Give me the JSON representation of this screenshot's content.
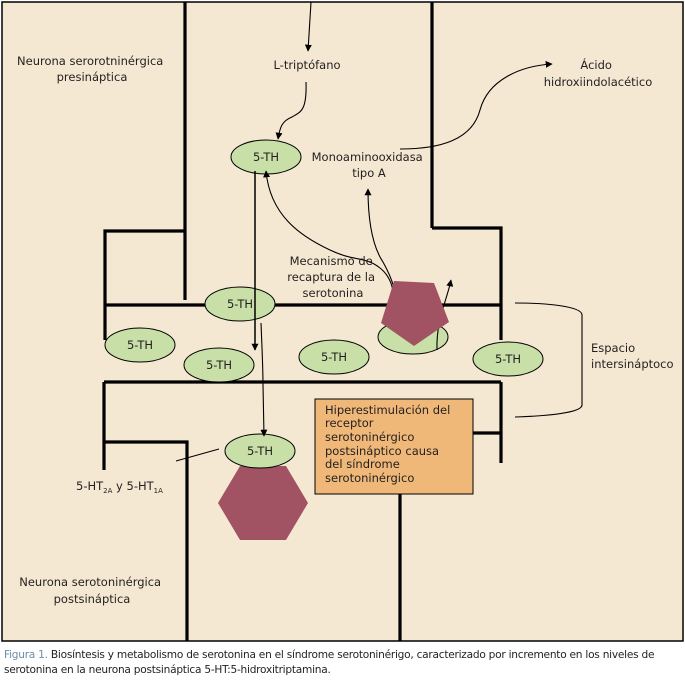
{
  "diagram": {
    "colors": {
      "background": "#f5e8d2",
      "neurotransmitter_fill": "#c8dfa8",
      "receptor_fill": "#a25363",
      "callout_fill": "#efb878",
      "line": "#000000",
      "caption_figure_label": "#6d8fa8"
    },
    "labels": {
      "presynaptic_neuron": [
        "Neurona serorotninérgica",
        "presináptica"
      ],
      "precursor": "L-triptófano",
      "enzyme": [
        "Monoaminooxidasa",
        "tipo A"
      ],
      "metabolite": [
        "Ácido",
        "hidroxiindolacético"
      ],
      "reuptake": [
        "Mecanismo de",
        "recaptura de la",
        "serotonina"
      ],
      "synaptic_space": [
        "Espacio",
        "intersináptoco"
      ],
      "receptor_subtypes": {
        "base1": "5-HT",
        "sub1": "2A",
        "join": " y 5-HT",
        "sub2": "1A"
      },
      "postsynaptic_neuron": [
        "Neurona serotoninérgica",
        "postsináptica"
      ],
      "callout": [
        "Hiperestimulación del",
        "receptor",
        "serotoninérgico",
        "postsináptico causa",
        "del síndrome",
        "serotoninérgico"
      ]
    },
    "serotonin_label": "5-TH",
    "serotonin_molecules": [
      {
        "id": "presynaptic-synthesis",
        "label": "5-TH"
      },
      {
        "id": "release-site",
        "label": "5-TH"
      },
      {
        "id": "cleft-1",
        "label": "5-TH"
      },
      {
        "id": "cleft-2",
        "label": "5-TH"
      },
      {
        "id": "cleft-3",
        "label": "5-TH"
      },
      {
        "id": "reuptake-bound",
        "label": ""
      },
      {
        "id": "cleft-4",
        "label": "5-TH"
      },
      {
        "id": "receptor-bound",
        "label": "5-TH"
      }
    ]
  },
  "caption": {
    "figure_label": "Figura 1.",
    "text": " Biosíntesis y metabolismo de serotonina en el síndrome serotoninérigo, caracterizado por incremento en los niveles de serotonina en la neurona postsináptica 5-HT:5-hidroxitriptamina."
  }
}
